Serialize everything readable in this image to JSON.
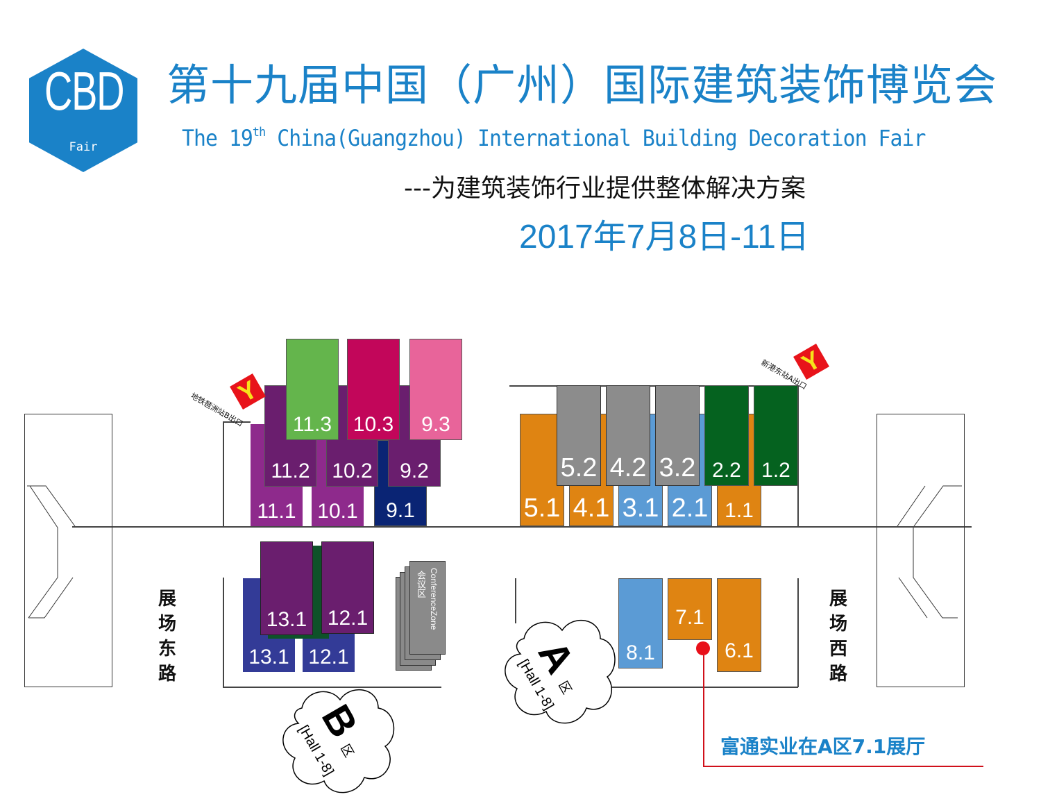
{
  "header": {
    "logo_main": "CBD",
    "logo_sub": "Fair",
    "title_cn": "第十九届中国（广州）国际建筑装饰博览会",
    "title_en_pre": "The 19",
    "title_en_sup": "th",
    "title_en_post": " China(Guangzhou) International Building Decoration Fair",
    "subtitle": "---为建筑装饰行业提供整体解决方案",
    "date": "2017年7月8日-11日"
  },
  "colors": {
    "brand_blue": "#1a82c8",
    "green_light": "#64b54c",
    "magenta": "#c2065a",
    "pink": "#e8649a",
    "purple_dark": "#6a1e6e",
    "purple_mid": "#8e2a8c",
    "navy": "#0a2474",
    "orange": "#df8412",
    "gray": "#8c8c8c",
    "blue_light": "#5b9bd5",
    "green_dark": "#05621f",
    "indigo": "#333b97",
    "pin_red": "#e8101a"
  },
  "map": {
    "roads": {
      "east": "展场东路",
      "west": "展场西路"
    },
    "metro_exits": {
      "b_exit": "地铁琶洲站B出口",
      "a_exit": "新港东站A出口"
    },
    "conference": {
      "cn": "会议区",
      "en": "ConferenceZone"
    },
    "zones": {
      "a": {
        "letter": "A",
        "suffix": "区",
        "halls": "[Hall 1-8]"
      },
      "b": {
        "letter": "B",
        "suffix": "区",
        "halls": "[Hall 1-8]"
      }
    },
    "halls_b_upper": [
      {
        "id": "11.3",
        "color": "#64b54c"
      },
      {
        "id": "10.3",
        "color": "#c2065a"
      },
      {
        "id": "9.3",
        "color": "#e8649a"
      },
      {
        "id": "11.2",
        "color": "#6a1e6e"
      },
      {
        "id": "10.2",
        "color": "#6a1e6e"
      },
      {
        "id": "9.2",
        "color": "#6a1e6e"
      },
      {
        "id": "11.1",
        "color": "#8e2a8c"
      },
      {
        "id": "10.1",
        "color": "#8e2a8c"
      },
      {
        "id": "9.1",
        "color": "#0a2474"
      }
    ],
    "halls_a_upper": [
      {
        "id": "5.2",
        "color": "#8c8c8c"
      },
      {
        "id": "4.2",
        "color": "#8c8c8c"
      },
      {
        "id": "3.2",
        "color": "#8c8c8c"
      },
      {
        "id": "2.2",
        "color": "#05621f"
      },
      {
        "id": "1.2",
        "color": "#05621f"
      },
      {
        "id": "5.1",
        "color": "#df8412"
      },
      {
        "id": "4.1",
        "color": "#df8412"
      },
      {
        "id": "3.1",
        "color": "#5b9bd5"
      },
      {
        "id": "2.1",
        "color": "#5b9bd5"
      },
      {
        "id": "1.1",
        "color": "#df8412"
      }
    ],
    "halls_b_lower": [
      {
        "id": "13.1",
        "color": "#6a1e6e"
      },
      {
        "id": "12.1",
        "color": "#6a1e6e"
      },
      {
        "id": "13.1",
        "color": "#333b97"
      },
      {
        "id": "12.1",
        "color": "#333b97"
      }
    ],
    "halls_a_lower": [
      {
        "id": "8.1",
        "color": "#5b9bd5"
      },
      {
        "id": "7.1",
        "color": "#df8412"
      },
      {
        "id": "6.1",
        "color": "#df8412"
      }
    ],
    "callout": "富通实业在A区7.1展厅"
  }
}
